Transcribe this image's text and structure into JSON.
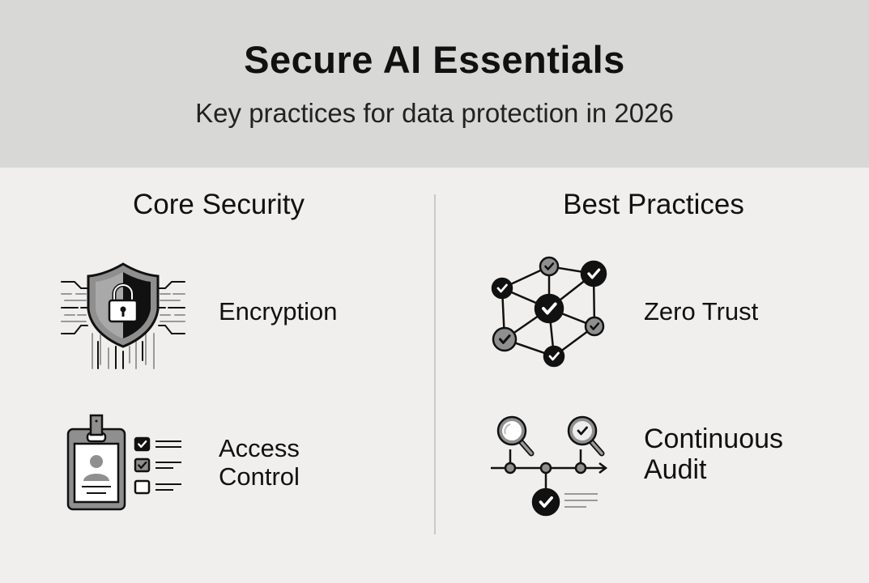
{
  "header": {
    "title": "Secure AI Essentials",
    "subtitle": "Key practices for data protection in 2026"
  },
  "sections": [
    {
      "heading": "Core Security",
      "items": [
        {
          "label": "Encryption",
          "icon": "shield-lock-icon"
        },
        {
          "label_line1": "Access",
          "label_line2": "Control",
          "icon": "id-badge-checklist-icon"
        }
      ]
    },
    {
      "heading": "Best Practices",
      "items": [
        {
          "label": "Zero Trust",
          "icon": "network-check-icon"
        },
        {
          "label_line1": "Continuous",
          "label_line2": "Audit",
          "icon": "audit-timeline-icon"
        }
      ]
    }
  ],
  "colors": {
    "header_bg": "#d8d8d7",
    "page_bg": "#f0efed",
    "ink": "#111111",
    "gray": "#8f8f8f"
  }
}
